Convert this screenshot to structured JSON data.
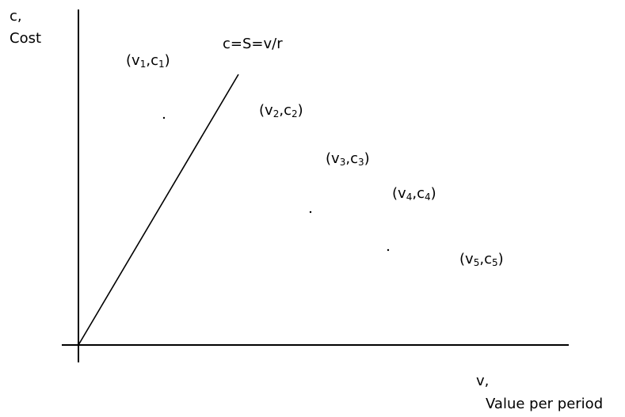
{
  "y_axis": {
    "symbol": "c,",
    "name": "Cost"
  },
  "x_axis": {
    "symbol": "v,",
    "name": "Value per period"
  },
  "line_label": "c=S=v/r",
  "points": [
    {
      "base": "v",
      "sub1": "1",
      "sep": ",",
      "base2": "c",
      "sub2": "1"
    },
    {
      "base": "v",
      "sub1": "2",
      "sep": ",",
      "base2": "c",
      "sub2": "2"
    },
    {
      "base": "v",
      "sub1": "3",
      "sep": ",",
      "base2": "c",
      "sub2": "3"
    },
    {
      "base": "v",
      "sub1": "4",
      "sep": ",",
      "base2": "c",
      "sub2": "4"
    },
    {
      "base": "v",
      "sub1": "5",
      "sep": ",",
      "base2": "c",
      "sub2": "5"
    }
  ],
  "colors": {
    "ink": "#000000",
    "background": "#ffffff"
  }
}
